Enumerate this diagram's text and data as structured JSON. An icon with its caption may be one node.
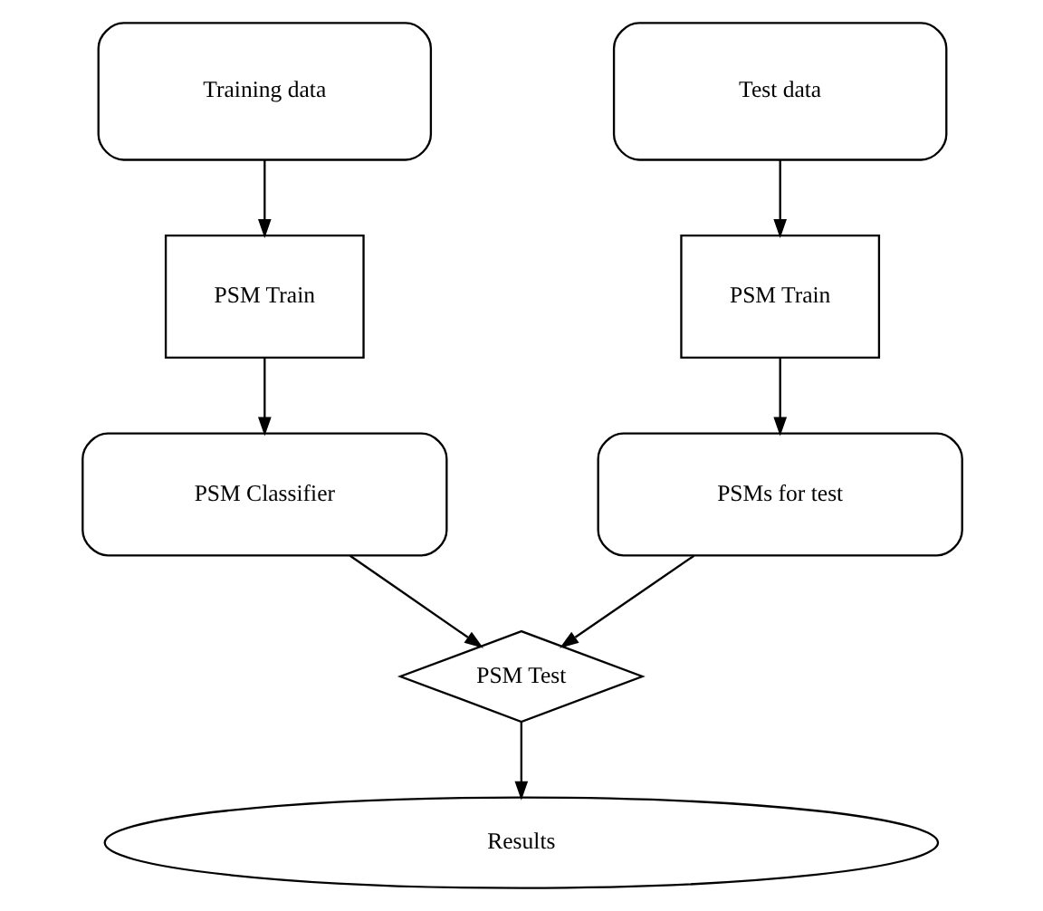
{
  "diagram": {
    "nodes": [
      {
        "text": [
          "Training data"
        ]
      },
      {
        "text": [
          "Test data"
        ]
      },
      {
        "text": [
          "PSM Train"
        ]
      },
      {
        "text": [
          "PSM Train"
        ]
      },
      {
        "text": [
          "PSM Classifier"
        ]
      },
      {
        "text": [
          "PSMs for test"
        ]
      },
      {
        "text": [
          "PSM Test"
        ]
      },
      {
        "text": [
          "Results"
        ]
      }
    ],
    "edges": [
      {
        "from": 0,
        "to": 2,
        "arrow": "to"
      },
      {
        "from": 2,
        "to": 4,
        "arrow": "to"
      },
      {
        "from": 1,
        "to": 3,
        "arrow": "to"
      },
      {
        "from": 3,
        "to": 5,
        "arrow": "to"
      },
      {
        "from": 4,
        "to": 6,
        "arrow": "to"
      },
      {
        "from": 5,
        "to": 6,
        "arrow": "to"
      },
      {
        "from": 6,
        "to": 7,
        "arrow": "to"
      }
    ]
  }
}
